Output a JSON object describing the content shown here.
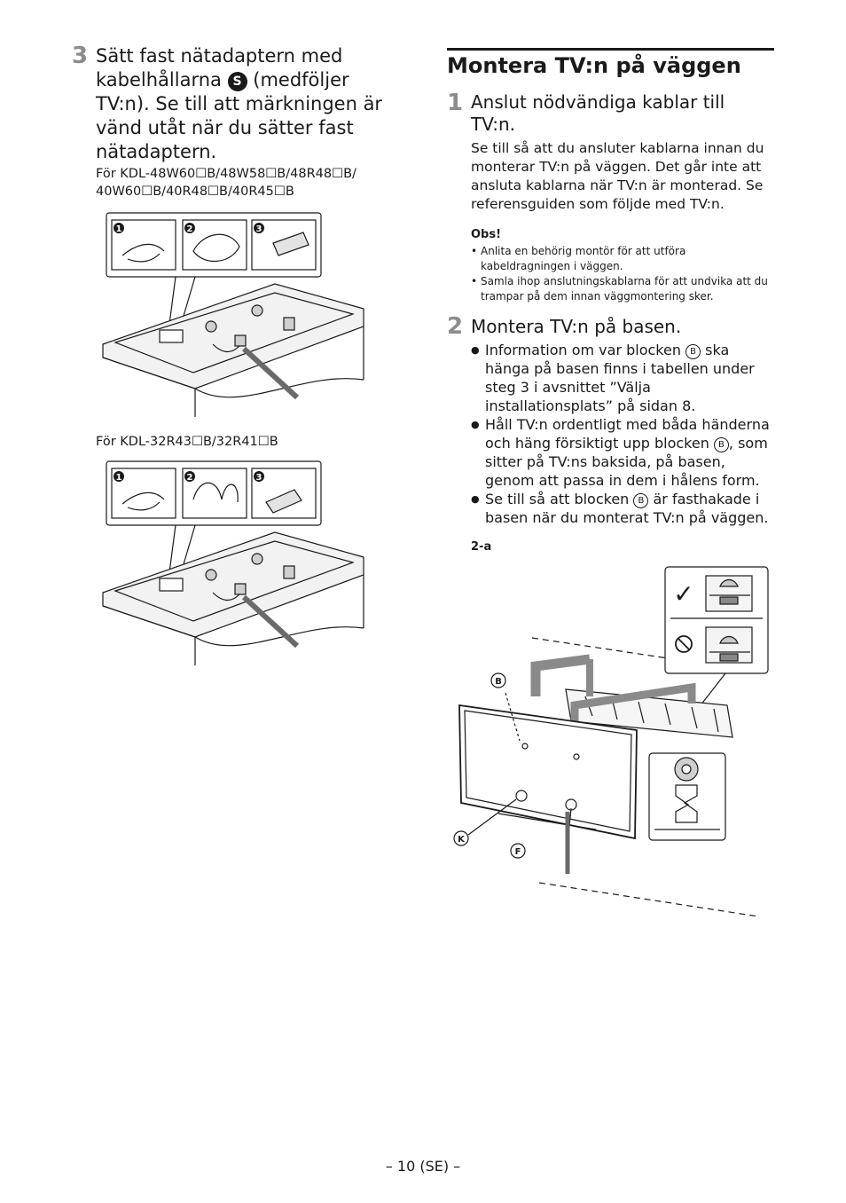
{
  "left": {
    "step3": {
      "number": "3",
      "heading_before": "Sätt fast nätadaptern med kabelhållarna ",
      "badge": "S",
      "heading_after": " (medföljer TV:n). Se till att märkningen är vänd utåt när du sätter fast nätadaptern.",
      "models_a": "För KDL-48W60☐B/48W58☐B/48R48☐B/ 40W60☐B/40R48☐B/40R45☐B",
      "models_b": "För KDL-32R43☐B/32R41☐B",
      "step_badges": [
        "1",
        "2",
        "3"
      ]
    }
  },
  "right": {
    "section_title": "Montera TV:n på väggen",
    "step1": {
      "number": "1",
      "heading": "Anslut nödvändiga kablar till TV:n.",
      "body": "Se till så att du ansluter kablarna innan du monterar TV:n på väggen. Det går inte att ansluta kablarna när TV:n är monterad. Se referensguiden som följde med TV:n.",
      "note_title": "Obs!",
      "notes": [
        "Anlita en behörig montör för att utföra kabeldragningen i väggen.",
        "Samla ihop anslutningskablarna för att undvika att du trampar på dem innan väggmontering sker."
      ]
    },
    "step2": {
      "number": "2",
      "heading": "Montera TV:n på basen.",
      "bullets": [
        {
          "before": "Information om var blocken ",
          "badge": "B",
          "after": " ska hänga på basen finns i tabellen under steg 3 i avsnittet ”Välja installationsplats” på sidan 8."
        },
        {
          "before": "Håll TV:n ordentligt med båda händerna och häng försiktigt upp blocken ",
          "badge": "B",
          "after": ", som sitter på TV:ns baksida, på basen, genom att passa in dem i hålens form."
        },
        {
          "before": "Se till så att blocken ",
          "badge": "B",
          "after": " är fasthakade i basen när du monterat TV:n på väggen."
        }
      ],
      "figure_label": "2-a",
      "callouts": [
        "B",
        "K",
        "F"
      ],
      "check_symbol": "✓"
    }
  },
  "footer": {
    "page": "– 10 (SE) –"
  }
}
